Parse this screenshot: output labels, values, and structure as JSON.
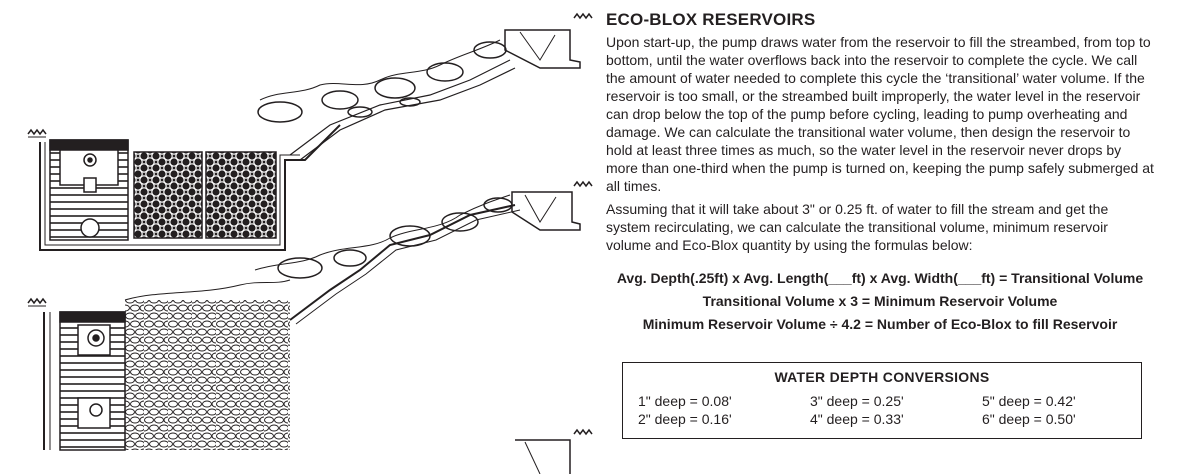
{
  "section": {
    "title": "ECO-BLOX RESERVOIRS",
    "paragraphs": [
      "Upon start-up, the pump draws water from the reservoir to fill the streambed, from top to bottom, until the water overflows back into the reservoir to complete the cycle. We call the amount of water needed to complete this cycle the ‘transitional’ water volume. If the reservoir is too small, or the streambed built improperly, the water level in the reservoir can drop below the top of the pump before cycling, leading to pump overheating and damage. We can calculate the transitional water volume, then design the reservoir to hold at least three times as much, so the water level in the reservoir never drops by more than one-third when the pump is turned on, keeping the pump safely submerged at all times.",
      "Assuming that it will take about 3\" or 0.25 ft. of water to fill the stream and get the system recirculating, we can calculate the transitional volume, minimum reservoir volume and Eco-Blox quantity by using the formulas below:"
    ],
    "formulas": [
      "Avg. Depth(.25ft) x Avg. Length(___ft) x Avg. Width(___ft) = Transitional Volume",
      "Transitional Volume x 3 = Minimum Reservoir Volume",
      "Minimum Reservoir Volume ÷ 4.2 = Number of Eco-Blox to fill Reservoir"
    ]
  },
  "conversions": {
    "title": "WATER DEPTH CONVERSIONS",
    "items": [
      "1\" deep = 0.08'",
      "3\" deep = 0.25'",
      "5\" deep = 0.42'",
      "2\" deep = 0.16'",
      "4\" deep = 0.33'",
      "6\" deep = 0.50'"
    ]
  },
  "illustration": {
    "colors": {
      "ink": "#231f20",
      "background": "#ffffff"
    },
    "figures": [
      "eco-blox-reservoir-cross-section",
      "gravel-filled-reservoir-cross-section"
    ]
  }
}
